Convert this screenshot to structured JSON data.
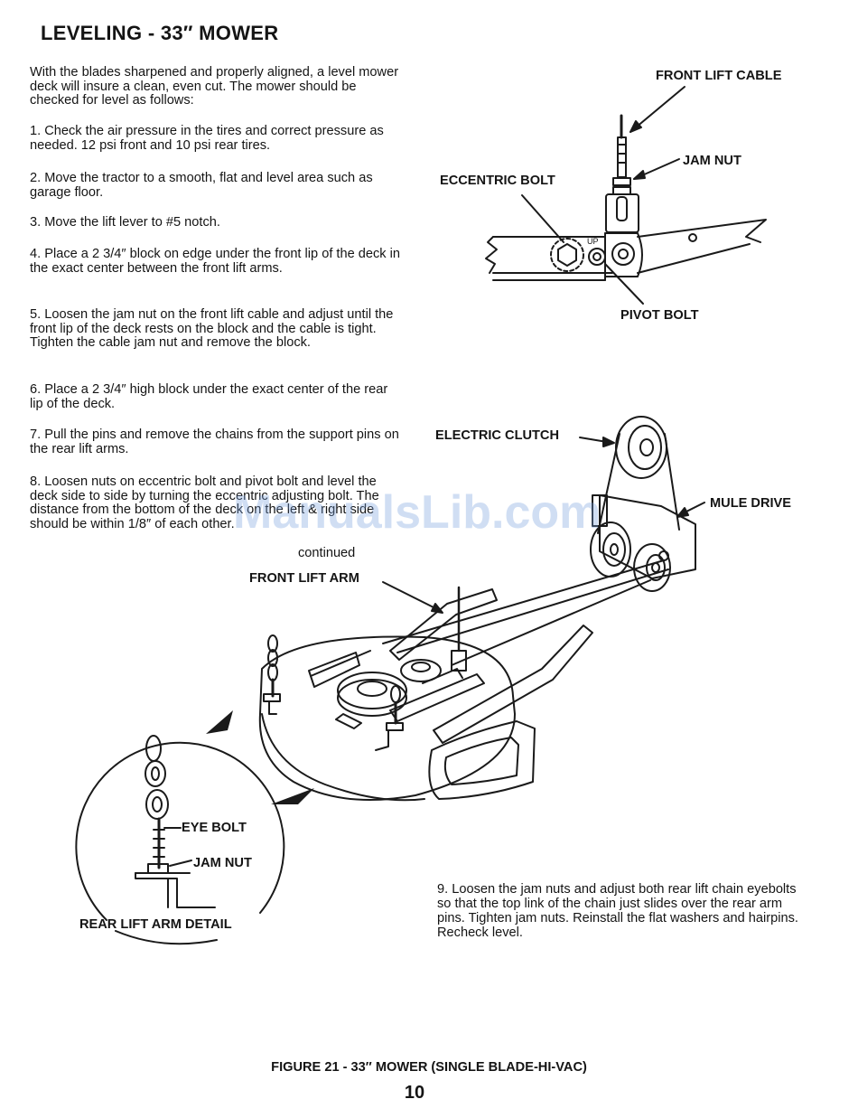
{
  "page": {
    "title": "LEVELING - 33″ MOWER",
    "intro": "With the blades sharpened and properly aligned, a level mower deck will insure a clean, even cut. The mower should be checked for level as follows:",
    "steps": [
      "1. Check the air pressure in the tires and correct pressure as needed. 12 psi front and 10 psi rear tires.",
      "2. Move the tractor to a smooth, flat and level area such as garage floor.",
      "3. Move the lift lever to #5 notch.",
      "4. Place a 2 3/4″ block on edge under the front lip of the deck in the exact center between the front lift arms.",
      "5. Loosen the jam nut on the front lift cable and adjust until the front lip of the deck rests on the block and the cable is tight. Tighten the cable jam nut and remove the block.",
      "6. Place a 2 3/4″ high block under the exact center of the rear lip of the deck.",
      "7. Pull the pins and remove the chains from the support pins on the rear lift arms.",
      "8. Loosen nuts on eccentric bolt and pivot bolt and level the deck side to side by turning the eccentric adjusting bolt. The distance from the bottom of the deck on the left & right side should be within 1/8″ of each other."
    ],
    "continued": "continued",
    "step9": "9. Loosen the jam nuts and adjust both rear lift chain eyebolts so that the top link of the chain just slides over the rear arm pins. Tighten jam nuts. Reinstall the flat washers and hairpins. Recheck level.",
    "caption": "FIGURE 21 - 33″ MOWER (SINGLE BLADE-HI-VAC)",
    "page_number": "10",
    "watermark": "ManualsLib.com"
  },
  "labels": {
    "front_lift_cable": "FRONT LIFT CABLE",
    "jam_nut_top": "JAM NUT",
    "eccentric_bolt": "ECCENTRIC BOLT",
    "pivot_bolt": "PIVOT BOLT",
    "up_mark": "UP",
    "electric_clutch": "ELECTRIC CLUTCH",
    "mule_drive": "MULE DRIVE",
    "front_lift_arm": "FRONT LIFT ARM",
    "eye_bolt": "EYE BOLT",
    "jam_nut_detail": "JAM NUT",
    "rear_lift_arm_detail": "REAR LIFT ARM DETAIL"
  }
}
